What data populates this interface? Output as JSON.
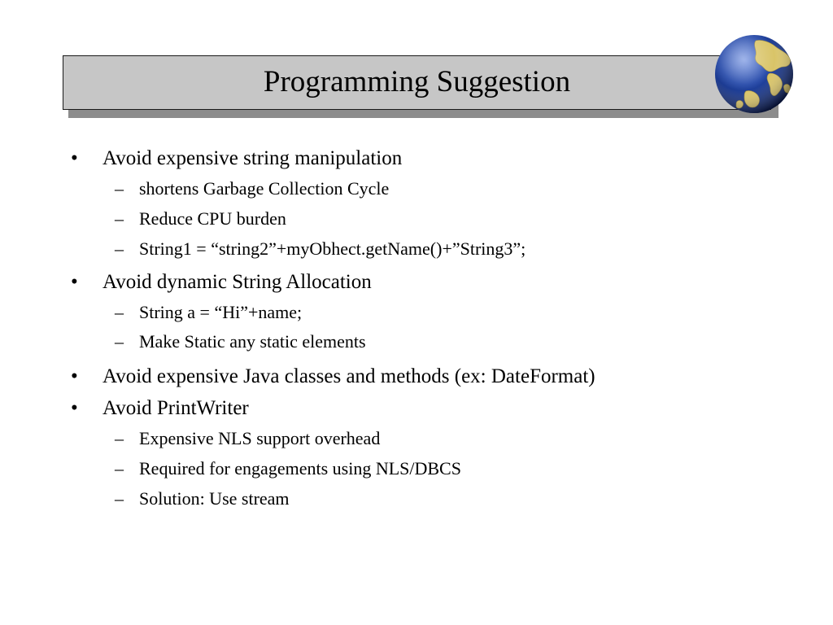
{
  "slide": {
    "title": "Programming Suggestion",
    "bullet_marker": "•",
    "sub_marker": "–",
    "items": [
      {
        "level": 1,
        "text": "Avoid expensive string manipulation"
      },
      {
        "level": 2,
        "text": "shortens Garbage Collection Cycle"
      },
      {
        "level": 2,
        "text": "Reduce CPU burden"
      },
      {
        "level": 2,
        "text": "String1 = “string2”+myObhect.getName()+”String3”;"
      },
      {
        "level": 1,
        "text": "Avoid dynamic String Allocation"
      },
      {
        "level": 2,
        "text": "String a = “Hi”+name;"
      },
      {
        "level": 2,
        "text": "Make Static any static elements"
      },
      {
        "level": 1,
        "text": "Avoid expensive Java classes and methods (ex: DateFormat)"
      },
      {
        "level": 1,
        "text": "Avoid PrintWriter"
      },
      {
        "level": 2,
        "text": "Expensive NLS support overhead"
      },
      {
        "level": 2,
        "text": "Required for engagements using NLS/DBCS"
      },
      {
        "level": 2,
        "text": "Solution: Use stream"
      }
    ]
  },
  "colors": {
    "title_fill": "#c6c6c6",
    "title_shadow": "#8c8c8c",
    "ocean": "#1f3f8f",
    "land": "#d8c46a"
  },
  "icons": {
    "globe": "globe-icon"
  }
}
